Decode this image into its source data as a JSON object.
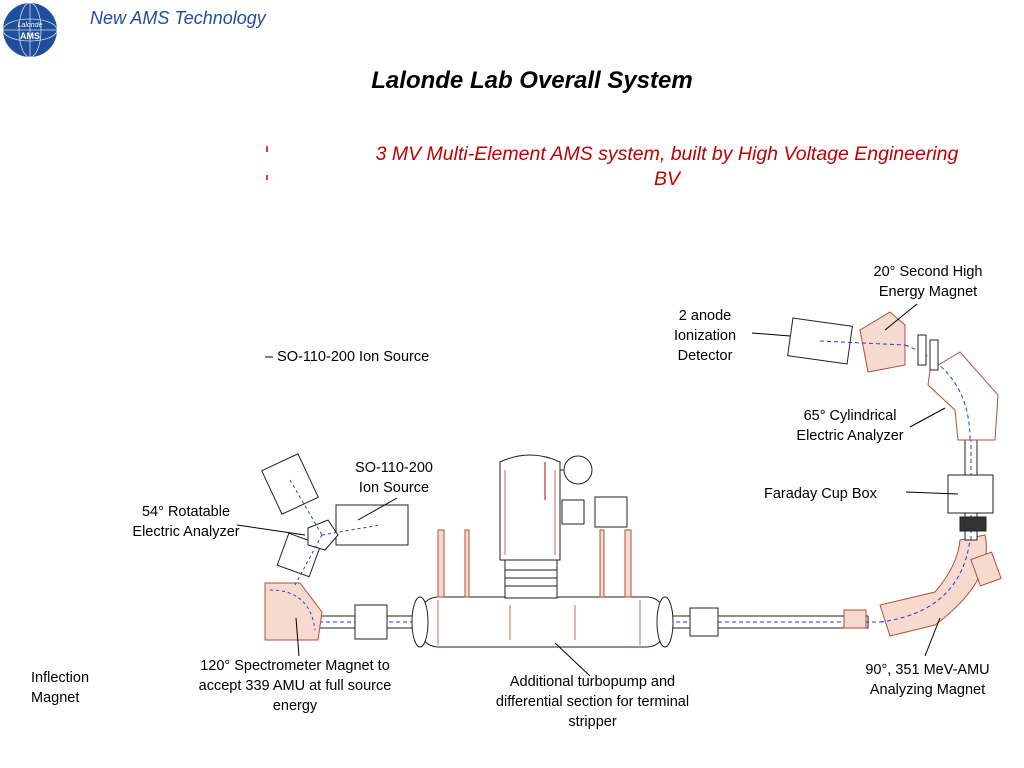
{
  "header": {
    "brand": "New AMS Technology",
    "logo_text_top": "Lalonde",
    "logo_text_bottom": "AMS"
  },
  "title": "Lalonde Lab Overall System",
  "subtitle": "3 MV Multi-Element AMS system, built by High Voltage Engineering BV",
  "labels": {
    "second_magnet": "20° Second High Energy Magnet",
    "ionization_detector": "2 anode Ionization Detector",
    "source_bullet": "– SO-110-200 Ion Source",
    "cylindrical_analyzer": "65° Cylindrical Electric Analyzer",
    "ion_source": "SO-110-200 Ion Source",
    "faraday_cup": "Faraday Cup Box",
    "rotatable_analyzer": "54° Rotatable Electric Analyzer",
    "spectrometer_magnet": "120° Spectrometer Magnet to accept 339 AMU at full source energy",
    "turbopump": "Additional turbopump and differential section for terminal stripper",
    "analyzing_magnet": "90°, 351 MeV-AMU Analyzing Magnet",
    "inflection_magnet": "Inflection Magnet"
  },
  "colors": {
    "brand": "#1f4e9c",
    "subtitle": "#c00000",
    "beam": "#2040d0",
    "magnet_fill": "#f6d9cf",
    "magnet_stroke": "#b0503a",
    "component_stroke": "#222222"
  }
}
